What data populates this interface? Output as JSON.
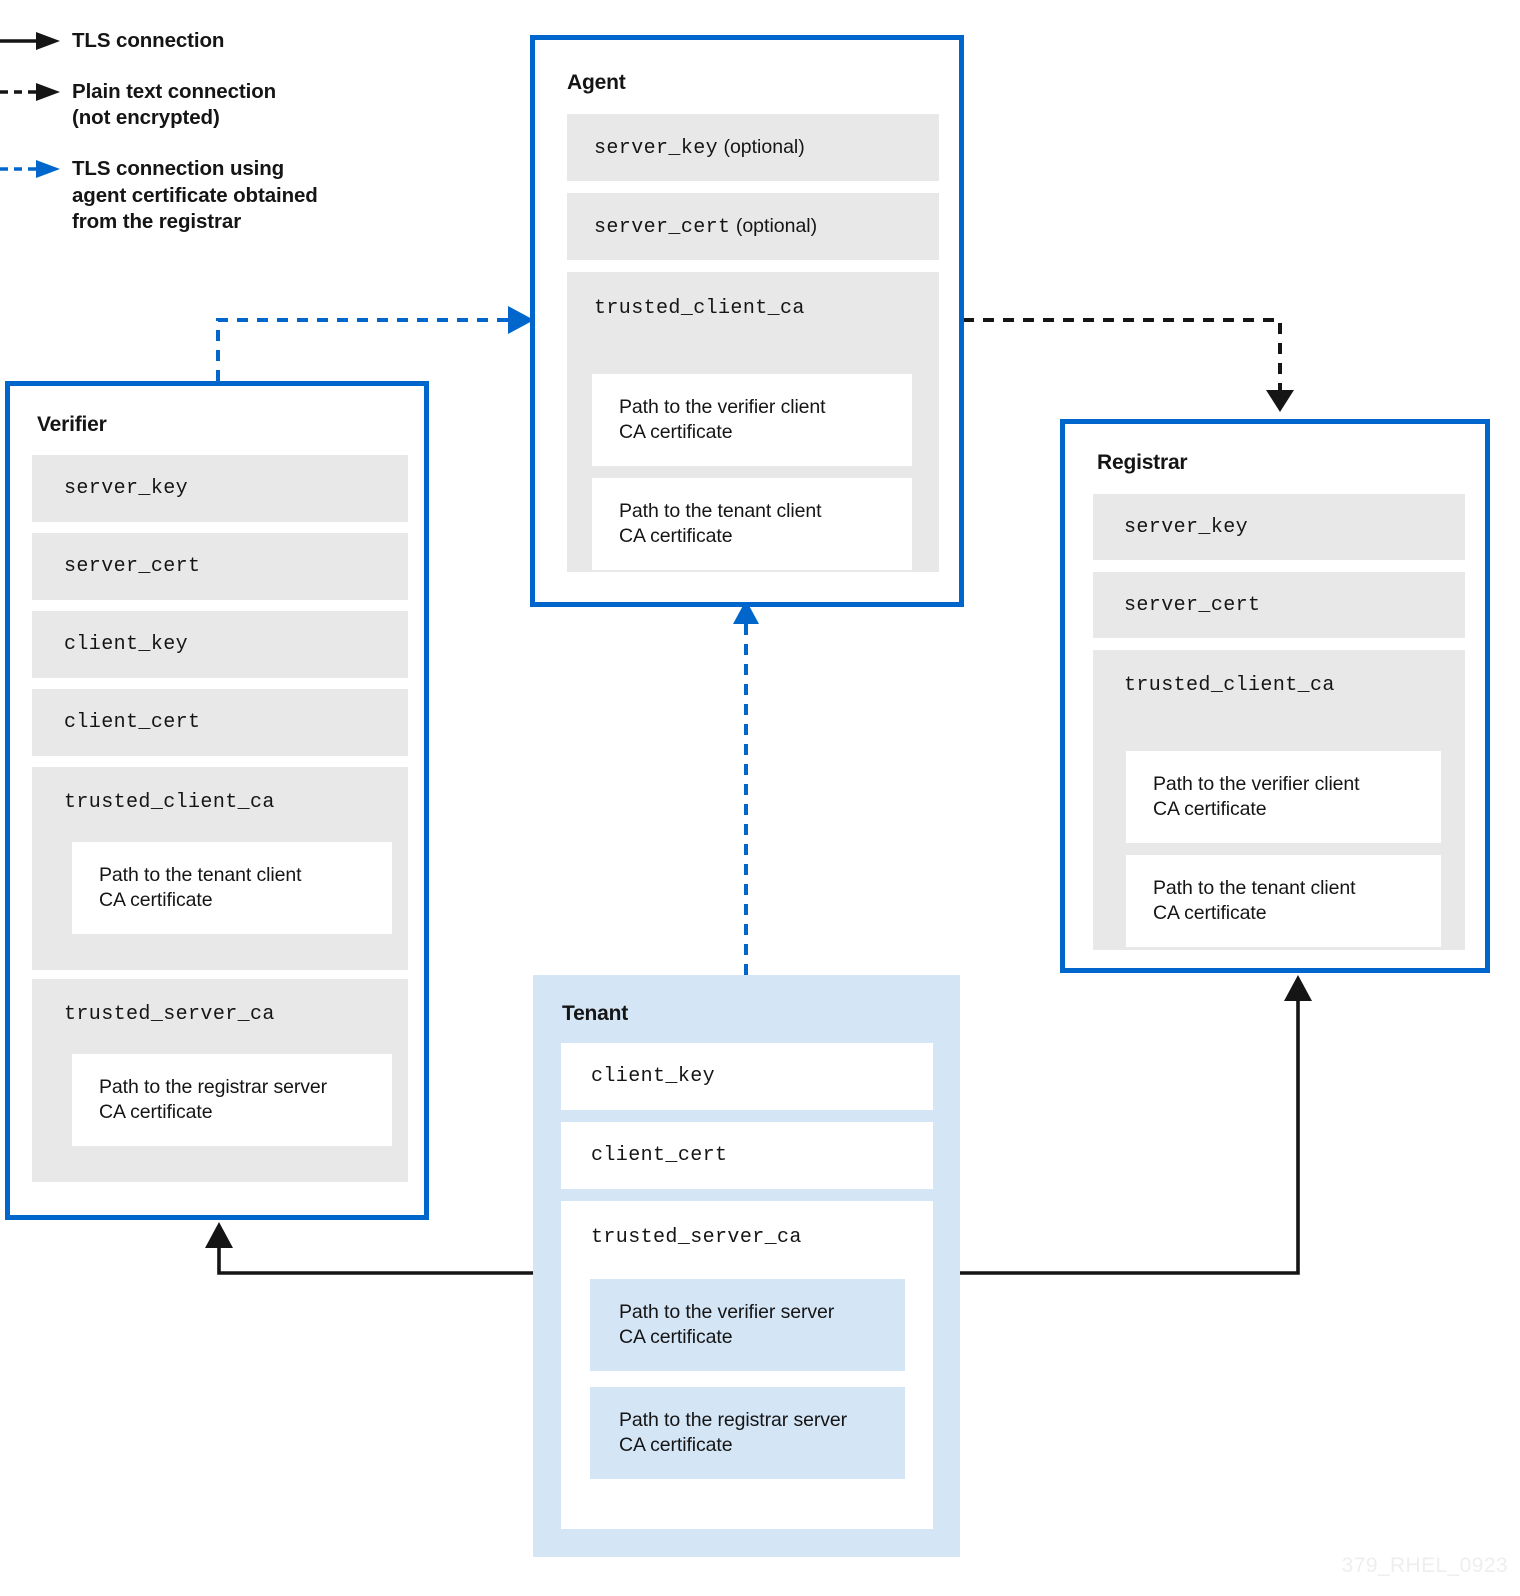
{
  "legend": {
    "items": [
      {
        "icon": "solid-arrow-black-icon",
        "label": "TLS connection"
      },
      {
        "icon": "dashed-arrow-black-icon",
        "label": "Plain text connection\n(not encrypted)"
      },
      {
        "icon": "dashed-arrow-blue-icon",
        "label": "TLS connection using\nagent certificate obtained\nfrom the registrar"
      }
    ]
  },
  "colors": {
    "accent_blue": "#0066cc",
    "fill_light_blue": "#d4e5f6",
    "row_gray": "#e8e8e8",
    "text": "#151515",
    "watermark": "#eeeeee"
  },
  "nodes": {
    "agent": {
      "title": "Agent",
      "rows": [
        {
          "name": "server_key",
          "suffix": " (optional)"
        },
        {
          "name": "server_cert",
          "suffix": " (optional)"
        }
      ],
      "group": {
        "title": "trusted_client_ca",
        "items": [
          "Path to the verifier client\nCA certificate",
          "Path to the tenant client\nCA certificate"
        ]
      }
    },
    "verifier": {
      "title": "Verifier",
      "rows": [
        {
          "name": "server_key",
          "suffix": ""
        },
        {
          "name": "server_cert",
          "suffix": ""
        },
        {
          "name": "client_key",
          "suffix": ""
        },
        {
          "name": "client_cert",
          "suffix": ""
        }
      ],
      "groups": [
        {
          "title": "trusted_client_ca",
          "items": [
            "Path to the tenant client\nCA certificate"
          ]
        },
        {
          "title": "trusted_server_ca",
          "items": [
            "Path to the registrar server\nCA certificate"
          ]
        }
      ]
    },
    "registrar": {
      "title": "Registrar",
      "rows": [
        {
          "name": "server_key",
          "suffix": ""
        },
        {
          "name": "server_cert",
          "suffix": ""
        }
      ],
      "group": {
        "title": "trusted_client_ca",
        "items": [
          "Path to the verifier client\nCA certificate",
          "Path to the tenant client\nCA certificate"
        ]
      }
    },
    "tenant": {
      "title": "Tenant",
      "rows": [
        {
          "name": "client_key",
          "suffix": ""
        },
        {
          "name": "client_cert",
          "suffix": ""
        }
      ],
      "group": {
        "title": "trusted_server_ca",
        "items": [
          "Path to the verifier server\nCA certificate",
          "Path to the registrar server\nCA certificate"
        ]
      }
    }
  },
  "connections": [
    {
      "id": "verifier-to-agent",
      "from": "verifier",
      "to": "agent",
      "style": "tls-agent-cert"
    },
    {
      "id": "agent-to-registrar",
      "from": "agent",
      "to": "registrar",
      "style": "plain-text"
    },
    {
      "id": "tenant-to-agent",
      "from": "tenant",
      "to": "agent",
      "style": "tls-agent-cert"
    },
    {
      "id": "tenant-to-verifier",
      "from": "tenant",
      "to": "verifier",
      "style": "tls"
    },
    {
      "id": "tenant-to-registrar",
      "from": "tenant",
      "to": "registrar",
      "style": "tls"
    }
  ],
  "watermark": "379_RHEL_0923"
}
